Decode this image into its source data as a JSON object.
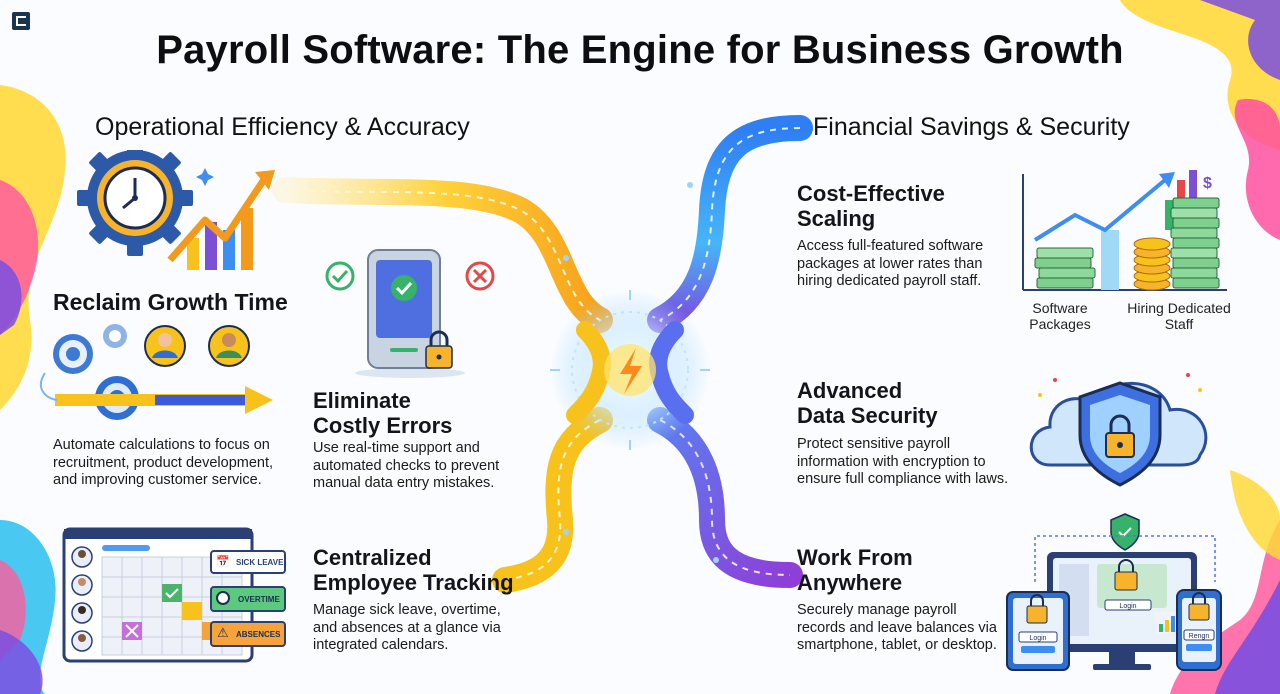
{
  "title": "Payroll Software: The Engine for Business Growth",
  "left_section": {
    "heading": "Operational Efficiency & Accuracy",
    "items": [
      {
        "title": "Reclaim Growth Time",
        "text": [
          "Automate calculations to focus on",
          "recruitment, product development,",
          "and improving customer service."
        ]
      },
      {
        "title": [
          "Eliminate",
          "Costly Errors"
        ],
        "text": [
          "Use real-time support and",
          "automated checks to prevent",
          "manual data entry mistakes."
        ]
      },
      {
        "title": [
          "Centralized",
          "Employee Tracking"
        ],
        "text": [
          "Manage sick leave, overtime,",
          "and absences at a glance via",
          "integrated calendars."
        ]
      }
    ],
    "calendar_tags": [
      "SICK LEAVE",
      "OVERTIME",
      "ABSENCES"
    ]
  },
  "right_section": {
    "heading": "Financial Savings & Security",
    "items": [
      {
        "title": [
          "Cost-Effective",
          "Scaling"
        ],
        "text": [
          "Access full-featured software",
          "packages at lower rates than",
          "hiring dedicated payroll staff."
        ]
      },
      {
        "title": [
          "Advanced",
          "Data Security"
        ],
        "text": [
          "Protect sensitive payroll",
          "information with encryption to",
          "ensure full compliance with laws."
        ]
      },
      {
        "title": [
          "Work From",
          "Anywhere"
        ],
        "text": [
          "Securely manage payroll",
          "records and leave balances via",
          "smartphone, tablet, or desktop."
        ]
      }
    ],
    "chart_labels": [
      [
        "Software",
        "Packages"
      ],
      [
        "Hiring Dedicated",
        "Staff"
      ]
    ],
    "login_labels": {
      "desktop": "Login",
      "tablet": "Login",
      "phone": "Rengn"
    }
  },
  "colors": {
    "yellow": "#f7c21c",
    "blue": "#3d8ef0",
    "purple": "#7b4fd6",
    "orange": "#f39a1c",
    "green": "#39b36b",
    "red": "#e94b4b"
  }
}
